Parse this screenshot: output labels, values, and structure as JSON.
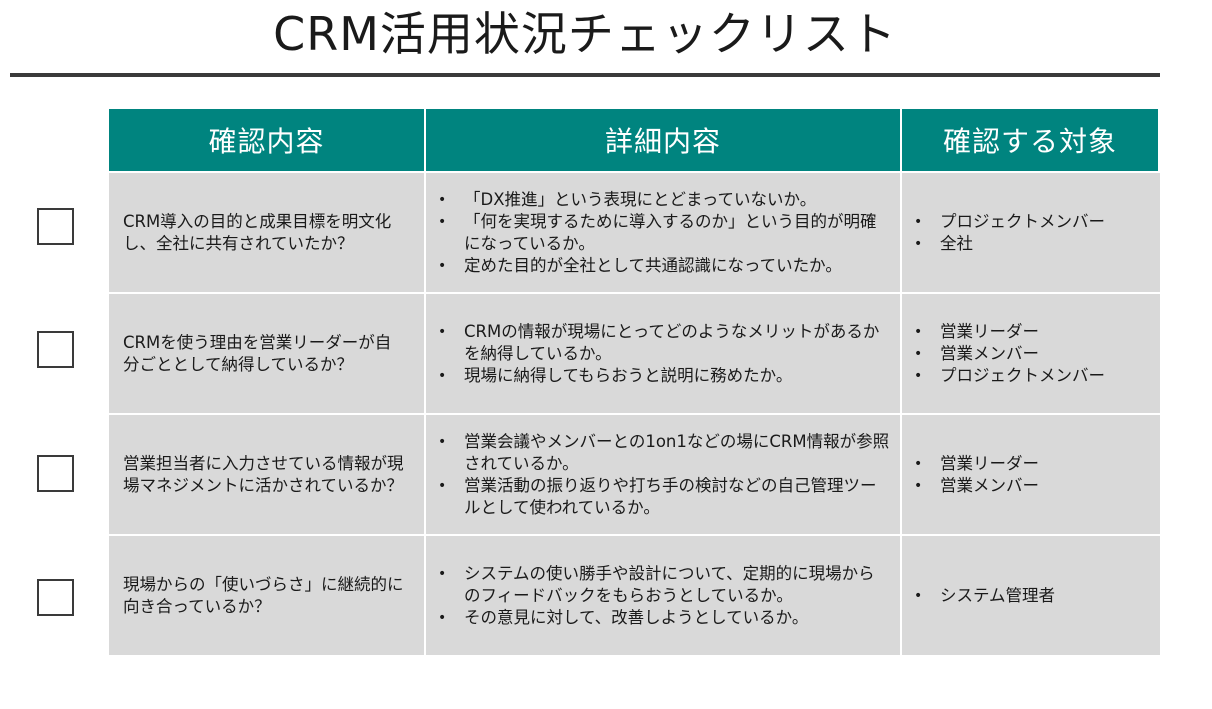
{
  "title": "CRM活用状況チェックリスト",
  "headers": [
    "確認内容",
    "詳細内容",
    "確認する対象"
  ],
  "rows": [
    {
      "item": "CRM導入の目的と成果目標を明文化し、全社に共有されていたか？",
      "details": [
        "「DX推進」という表現にとどまっていないか。",
        "「何を実現するために導入するのか」という目的が明確になっているか。",
        "定めた目的が全社として共通認識になっていたか。"
      ],
      "targets": [
        "プロジェクトメンバー",
        "全社"
      ]
    },
    {
      "item": "CRMを使う理由を営業リーダーが自分ごととして納得しているか？",
      "details": [
        "CRMの情報が現場にとってどのようなメリットがあるかを納得しているか。",
        "現場に納得してもらおうと説明に務めたか。"
      ],
      "targets": [
        "営業リーダー",
        "営業メンバー",
        "プロジェクトメンバー"
      ]
    },
    {
      "item": "営業担当者に入力させている情報が現場マネジメントに活かされているか？",
      "details": [
        "営業会議やメンバーとの1on1などの場にCRM情報が参照されているか。",
        "営業活動の振り返りや打ち手の検討などの自己管理ツールとして使われているか。"
      ],
      "targets": [
        "営業リーダー",
        "営業メンバー"
      ]
    },
    {
      "item": "現場からの「使いづらさ」に継続的に向き合っているか？",
      "details": [
        "システムの使い勝手や設計について、定期的に現場からのフィードバックをもらおうとしているか。",
        "その意見に対して、改善しようとしているか。"
      ],
      "targets": [
        "システム管理者"
      ]
    }
  ],
  "colors": {
    "header_bg": "#00847f",
    "cell_bg": "#d9d9d9",
    "rule": "#3a3a3a"
  }
}
